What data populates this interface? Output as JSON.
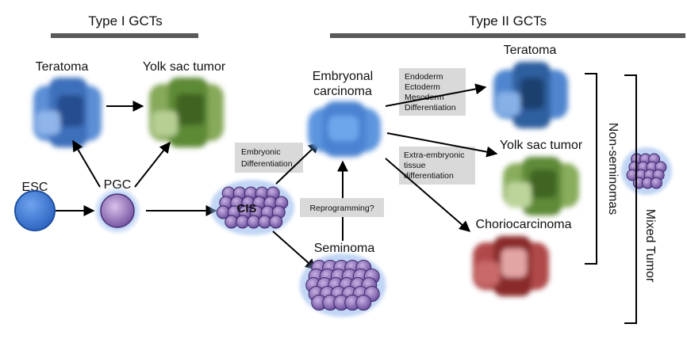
{
  "headings": {
    "type1": "Type I GCTs",
    "type2": "Type II GCTs"
  },
  "nodes": {
    "teratoma_type1": "Teratoma",
    "yolk_sac_type1": "Yolk sac tumor",
    "esc": "ESC",
    "pgc": "PGC",
    "cis": "CIS",
    "embryonal_line1": "Embryonal",
    "embryonal_line2": "carcinoma",
    "seminoma": "Seminoma",
    "teratoma_type2": "Teratoma",
    "yolk_sac_type2": "Yolk sac tumor",
    "choriocarcinoma": "Choriocarcinoma"
  },
  "process_boxes": {
    "embryonic": [
      "Embryonic",
      "Differentiation"
    ],
    "reprogramming": "Reprogramming?",
    "germ_layers": [
      "Endoderm",
      "Ectoderm",
      "Mesoderm",
      "Differentiation"
    ],
    "extra_embryonic": [
      "Extra-embryonic",
      "tissue",
      "differentiation"
    ]
  },
  "brackets": {
    "non_seminomas": "Non-seminomas",
    "mixed_tumor": "Mixed Tumor"
  },
  "colors": {
    "heading_bar": "#595959",
    "teratoma": "#3f7ac9",
    "yolk_sac": "#6f9a45",
    "choriocarcinoma": "#a63b3b",
    "stem_cell": "#4f86d9",
    "germ_cell": "#9a79b8",
    "process_box": "#d9d9d9"
  }
}
